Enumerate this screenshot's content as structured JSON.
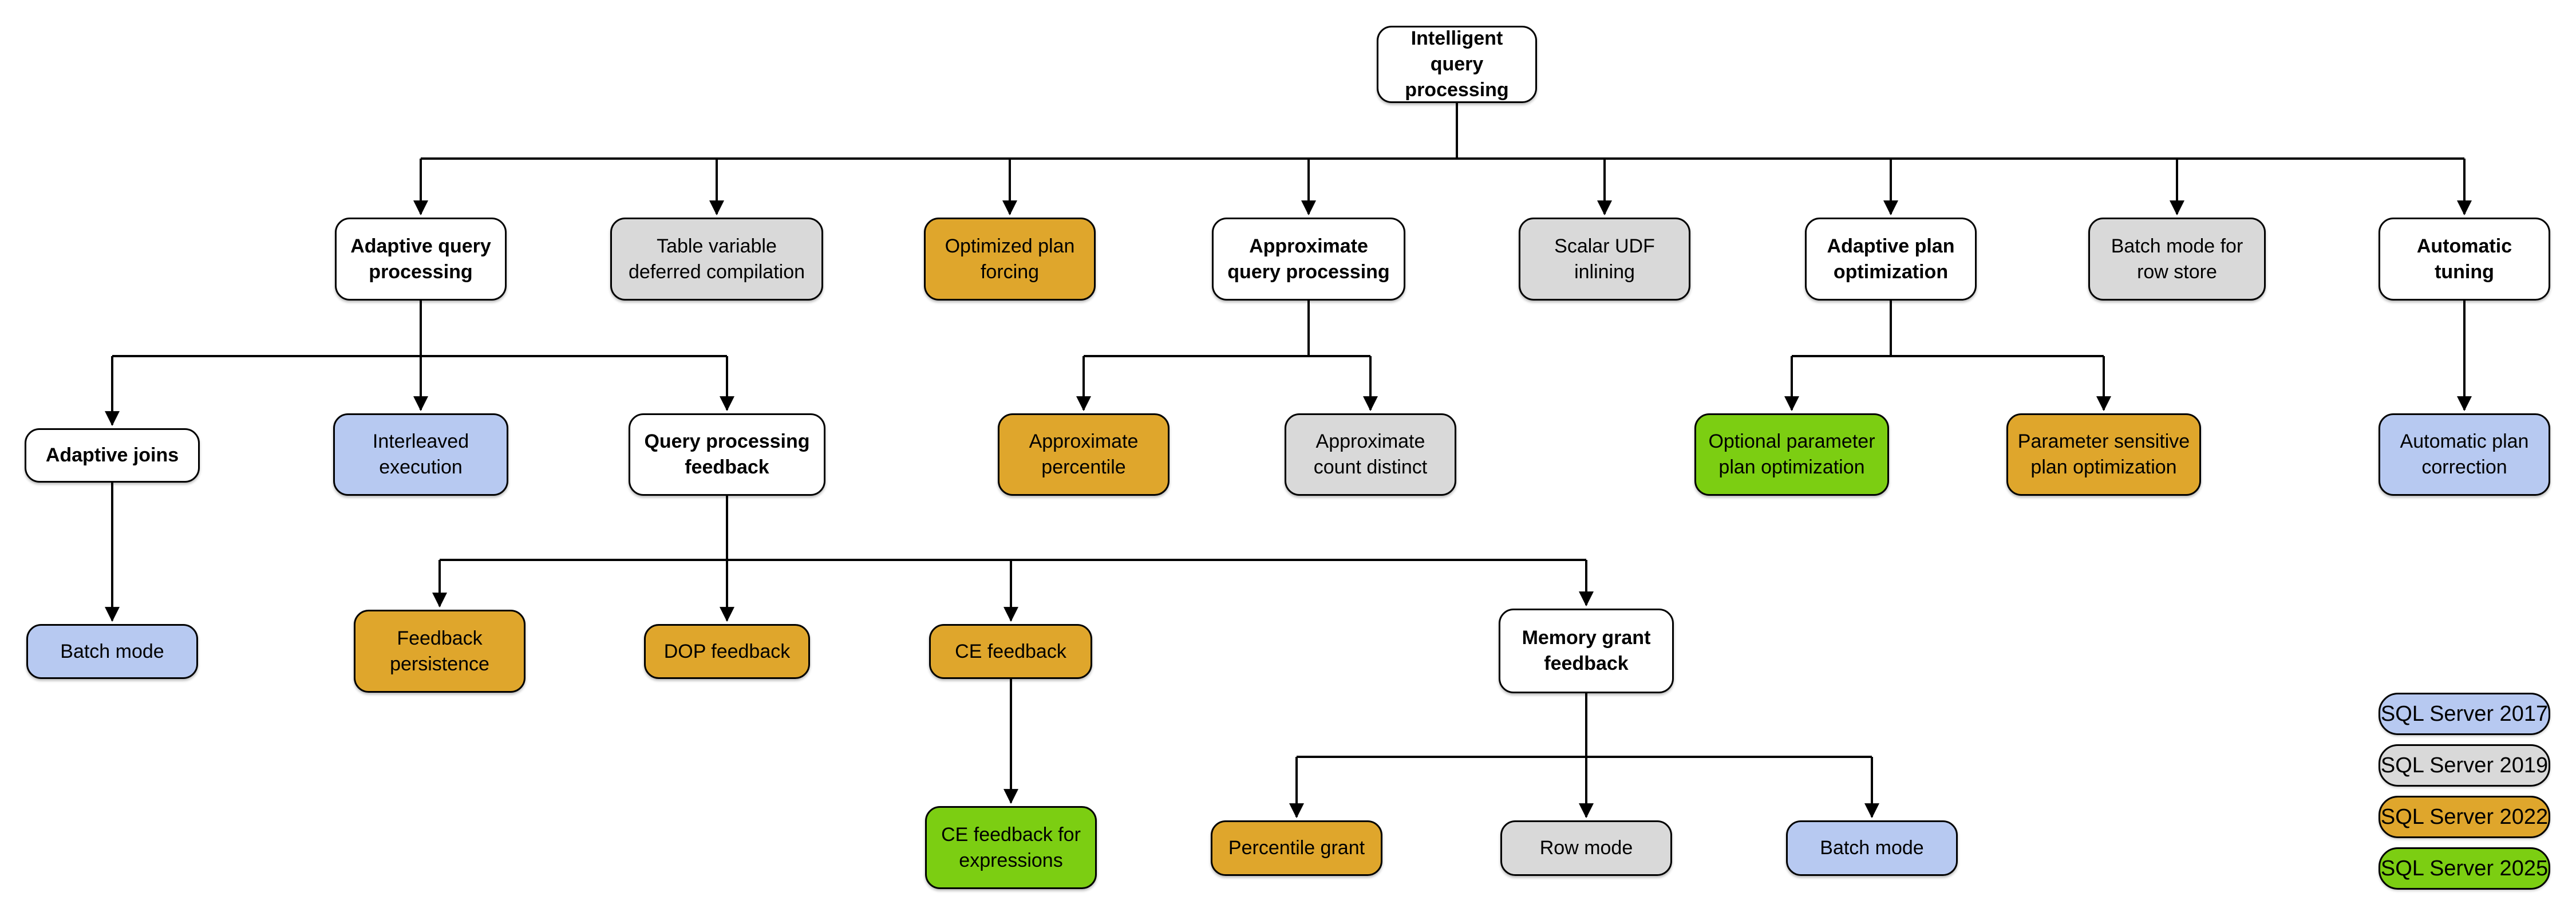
{
  "diagram": {
    "title": "Intelligent query processing",
    "type": "feature-family-tree"
  },
  "colors": {
    "sql_server_2017": "#B7C9F1",
    "sql_server_2019": "#D9D9D9",
    "sql_server_2022": "#DFA62C",
    "sql_server_2025": "#7CCE12",
    "uncolored_parent": "#FFFFFF",
    "line": "#000000"
  },
  "nodes": {
    "root": {
      "label": "Intelligent query\nprocessing",
      "version": null
    },
    "adaptive_query_processing": {
      "label": "Adaptive query\nprocessing",
      "version": null
    },
    "table_variable_deferred_compilation": {
      "label": "Table variable\ndeferred compilation",
      "version": "2019"
    },
    "optimized_plan_forcing": {
      "label": "Optimized plan\nforcing",
      "version": "2022"
    },
    "approximate_query_processing": {
      "label": "Approximate\nquery processing",
      "version": null
    },
    "scalar_udf_inlining": {
      "label": "Scalar UDF\ninlining",
      "version": "2019"
    },
    "adaptive_plan_optimization": {
      "label": "Adaptive plan\noptimization",
      "version": null
    },
    "batch_mode_for_row_store": {
      "label": "Batch mode for\nrow store",
      "version": "2019"
    },
    "automatic_tuning": {
      "label": "Automatic\ntuning",
      "version": null
    },
    "adaptive_joins": {
      "label": "Adaptive joins",
      "version": null
    },
    "interleaved_execution": {
      "label": "Interleaved\nexecution",
      "version": "2017"
    },
    "query_processing_feedback": {
      "label": "Query processing\nfeedback",
      "version": null
    },
    "approximate_percentile": {
      "label": "Approximate\npercentile",
      "version": "2022"
    },
    "approximate_count_distinct": {
      "label": "Approximate\ncount distinct",
      "version": "2019"
    },
    "optional_parameter_plan_optimization": {
      "label": "Optional parameter\nplan optimization",
      "version": "2025"
    },
    "parameter_sensitive_plan_optimization": {
      "label": "Parameter sensitive\nplan optimization",
      "version": "2022"
    },
    "automatic_plan_correction": {
      "label": "Automatic plan\ncorrection",
      "version": "2017"
    },
    "batch_mode_adaptive_joins": {
      "label": "Batch mode",
      "version": "2017"
    },
    "feedback_persistence": {
      "label": "Feedback\npersistence",
      "version": "2022"
    },
    "dop_feedback": {
      "label": "DOP feedback",
      "version": "2022"
    },
    "ce_feedback": {
      "label": "CE feedback",
      "version": "2022"
    },
    "memory_grant_feedback": {
      "label": "Memory grant\nfeedback",
      "version": null
    },
    "ce_feedback_for_expressions": {
      "label": "CE feedback for\nexpressions",
      "version": "2025"
    },
    "percentile_grant": {
      "label": "Percentile grant",
      "version": "2022"
    },
    "row_mode": {
      "label": "Row mode",
      "version": "2019"
    },
    "batch_mode_memory_grant": {
      "label": "Batch mode",
      "version": "2017"
    }
  },
  "legend": {
    "items": [
      {
        "label": "SQL Server 2017",
        "version": "2017",
        "color": "#B7C9F1"
      },
      {
        "label": "SQL Server 2019",
        "version": "2019",
        "color": "#D9D9D9"
      },
      {
        "label": "SQL Server 2022",
        "version": "2022",
        "color": "#DFA62C"
      },
      {
        "label": "SQL Server 2025",
        "version": "2025",
        "color": "#7CCE12"
      }
    ]
  }
}
